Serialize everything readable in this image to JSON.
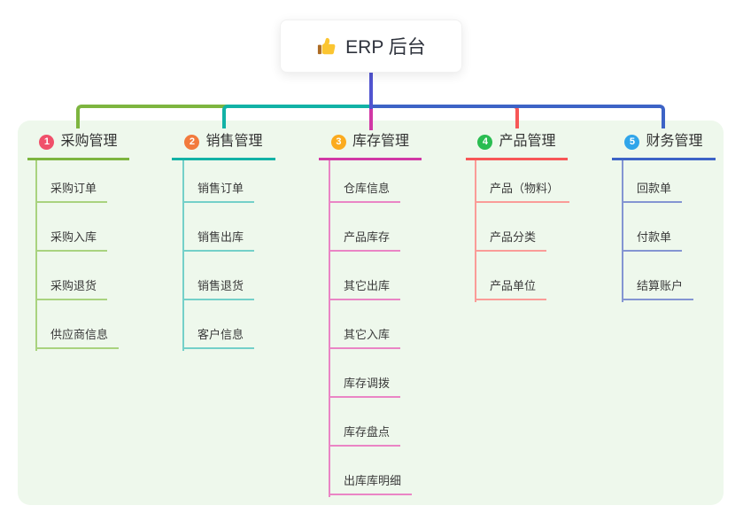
{
  "root": {
    "icon": "thumbs-up-icon",
    "label": "ERP 后台"
  },
  "colors": {
    "panel_background": "#eef8ec",
    "root_connector": "#5154d0",
    "branch_line_colors": [
      "#7db53f",
      "#12b2a6",
      "#d138a5",
      "#f75757",
      "#3d63c6"
    ],
    "branch_child_line_tints": [
      "#a9d37f",
      "#74d0c9",
      "#ea85c5",
      "#fa9c98",
      "#8495d2"
    ],
    "badge_colors": [
      "#f0506a",
      "#f27a3d",
      "#fbab1f",
      "#2abd51",
      "#30a5ea"
    ]
  },
  "branches": [
    {
      "number": "1",
      "title": "采购管理",
      "children": [
        "采购订单",
        "采购入库",
        "采购退货",
        "供应商信息"
      ]
    },
    {
      "number": "2",
      "title": "销售管理",
      "children": [
        "销售订单",
        "销售出库",
        "销售退货",
        "客户信息"
      ]
    },
    {
      "number": "3",
      "title": "库存管理",
      "children": [
        "仓库信息",
        "产品库存",
        "其它出库",
        "其它入库",
        "库存调拨",
        "库存盘点",
        "出库库明细"
      ]
    },
    {
      "number": "4",
      "title": "产品管理",
      "children": [
        "产品（物料）",
        "产品分类",
        "产品单位"
      ]
    },
    {
      "number": "5",
      "title": "财务管理",
      "children": [
        "回款单",
        "付款单",
        "结算账户"
      ]
    }
  ]
}
